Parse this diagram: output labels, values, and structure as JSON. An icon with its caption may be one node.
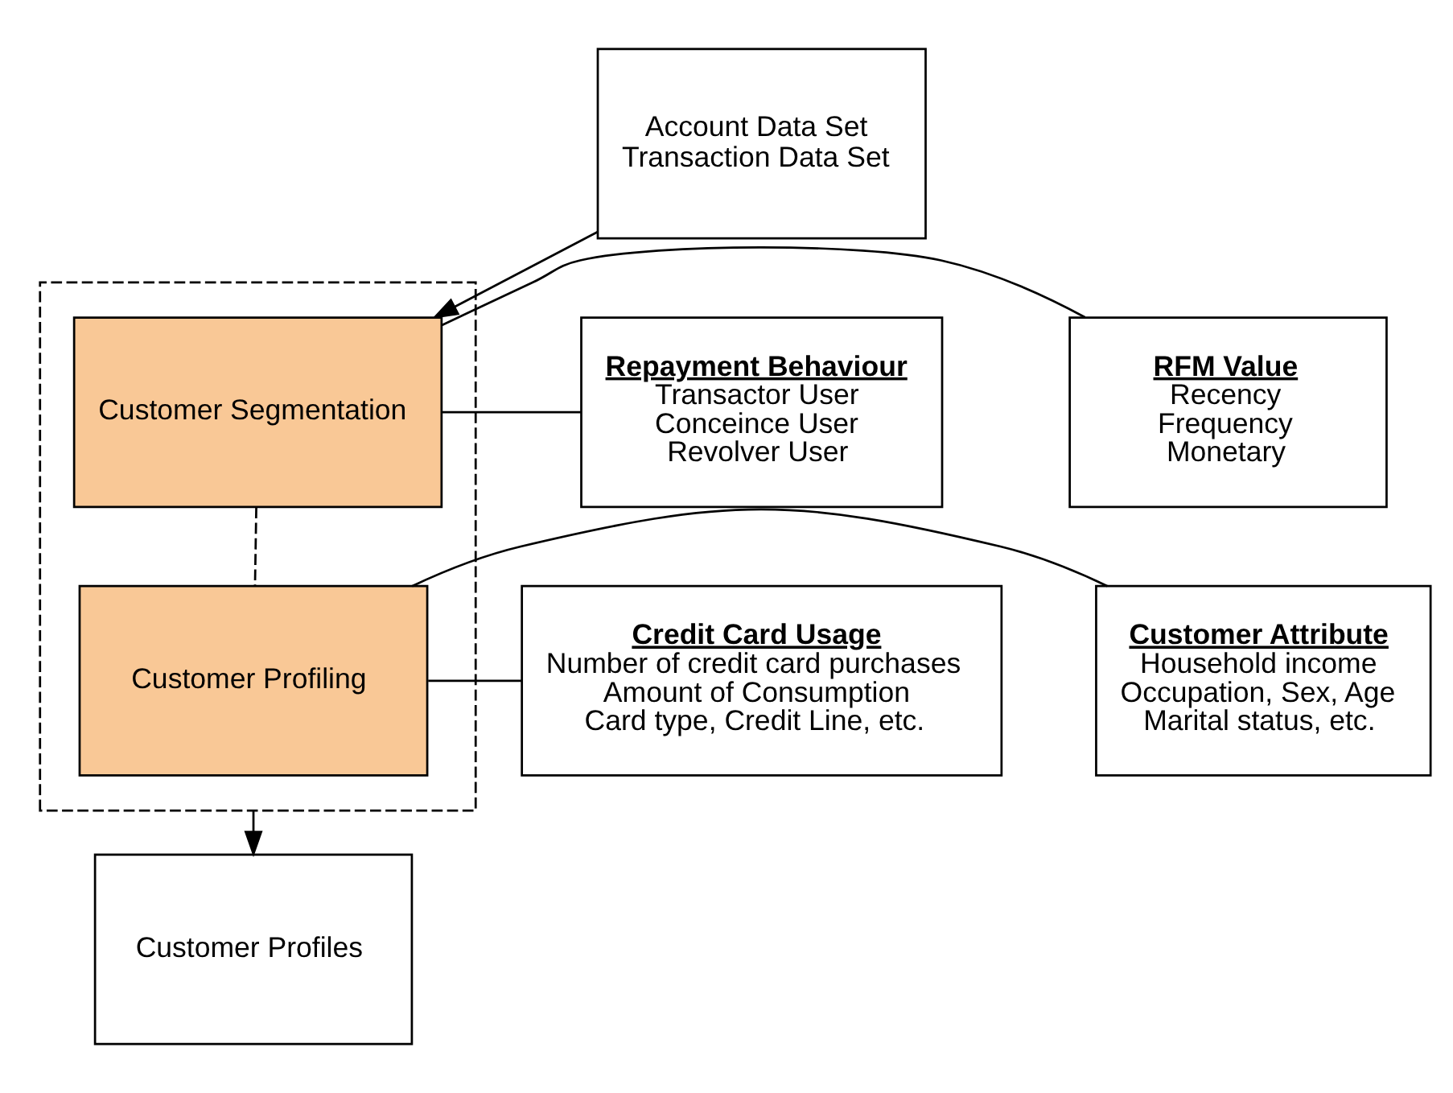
{
  "diagram": {
    "nodes": [
      {
        "text": [
          "Account Data Set",
          "Transaction Data Set"
        ]
      },
      {
        "text": [],
        "shape": "box"
      },
      {
        "text": [
          "Repayment Behaviour",
          "Transactor User",
          "Conceince User",
          "Revolver User"
        ]
      },
      {
        "text": [
          "Customer Segmentation"
        ],
        "in": 1
      },
      {
        "text": [
          "RFM Value",
          "Recency",
          "Frequency",
          "Monetary"
        ]
      },
      {
        "text": [
          "Credit Card Usage",
          "Number of credit card purchases",
          "Amount of Consumption",
          "Card type, Credit Line, etc."
        ]
      },
      {
        "text": [
          "Customer Profiling"
        ],
        "in": 1
      },
      {
        "text": [
          "Customer Attribute",
          "Household income",
          "Occupation, Sex, Age",
          "Marital status, etc."
        ]
      },
      {
        "text": [
          "Customer Profiles"
        ]
      }
    ],
    "edges": [
      {
        "from": 0,
        "to": 3,
        "arrow": "to"
      },
      {
        "from": 2,
        "to": 3,
        "arrow": "none"
      },
      {
        "from": 3,
        "to": 4,
        "arrow": "none"
      },
      {
        "from": 3,
        "to": 6,
        "arrow": "none",
        "style": "dashed"
      },
      {
        "from": 5,
        "to": 6,
        "arrow": "none"
      },
      {
        "from": 6,
        "to": 7,
        "arrow": "none"
      },
      {
        "from": 1,
        "to": 8,
        "arrow": "to"
      }
    ]
  }
}
